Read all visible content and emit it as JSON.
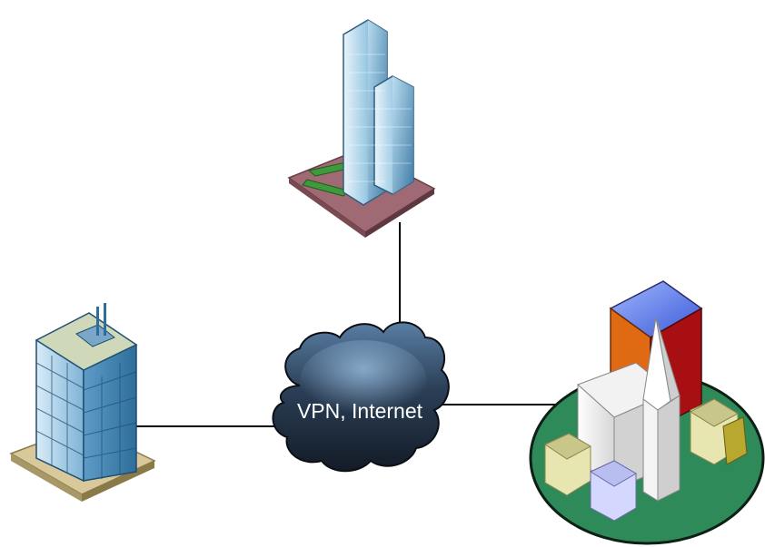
{
  "diagram": {
    "cloud_label": "VPN, Internet",
    "nodes": [
      {
        "id": "skyscraper",
        "icon": "skyscraper-icon"
      },
      {
        "id": "office-tower",
        "icon": "office-building-icon"
      },
      {
        "id": "campus",
        "icon": "church-campus-icon"
      }
    ],
    "edges": [
      {
        "from": "skyscraper",
        "to": "cloud"
      },
      {
        "from": "office-tower",
        "to": "cloud"
      },
      {
        "from": "cloud",
        "to": "campus"
      }
    ],
    "colors": {
      "line": "#000000",
      "cloud": "#1e2b3c",
      "cloud_highlight": "#6d8fb0",
      "label": "#ffffff"
    }
  }
}
